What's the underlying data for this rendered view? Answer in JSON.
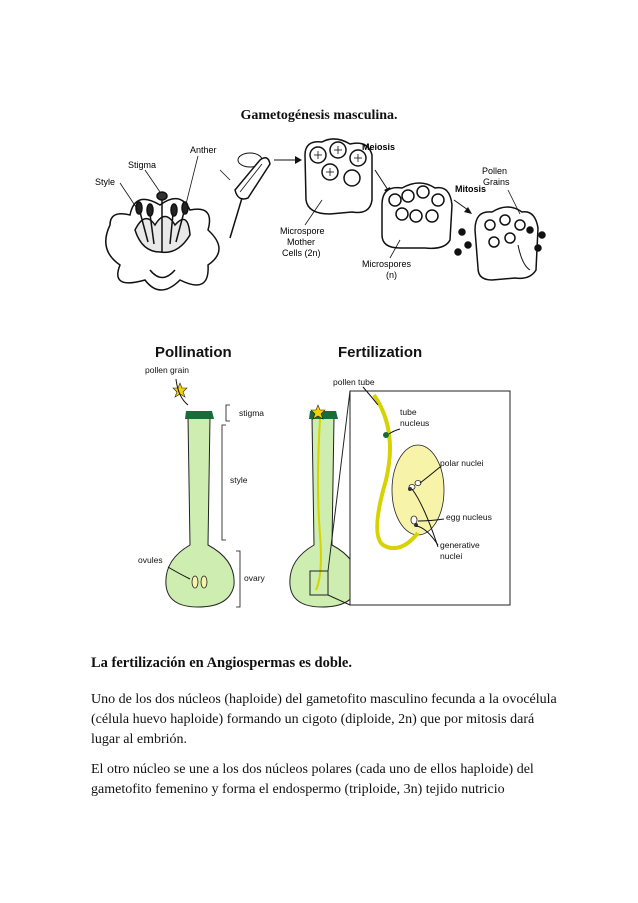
{
  "document": {
    "title": "Gametogénesis masculina.",
    "figure1": {
      "labels": {
        "anther": "Anther",
        "stigma": "Stigma",
        "style": "Style",
        "meiosis": "Meiosis",
        "mitosis": "Mitosis",
        "pollen_grains_1": "Pollen",
        "pollen_grains_2": "Grains",
        "mmc_1": "Microspore",
        "mmc_2": "Mother",
        "mmc_3": "Cells (2n)",
        "micro_1": "Microspores",
        "micro_2": "(n)"
      }
    },
    "figure2": {
      "headings": {
        "pollination": "Pollination",
        "fertilization": "Fertilization"
      },
      "labels": {
        "pollen_grain": "pollen grain",
        "stigma": "stigma",
        "style": "style",
        "ovules": "ovules",
        "ovary": "ovary",
        "pollen_tube": "pollen tube",
        "tube_nucleus_1": "tube",
        "tube_nucleus_2": "nucleus",
        "polar_nuclei": "polar nuclei",
        "egg_nucleus": "egg nucleus",
        "generative_1": "generative",
        "generative_2": "nuclei"
      }
    },
    "heading": "La fertilización en Angiospermas es doble.",
    "paragraphs": [
      "Uno de los dos núcleos (haploide) del gametofito masculino fecunda a la ovocélula (célula huevo haploide) formando un cigoto (diploide, 2n) que por mitosis dará lugar al embrión.",
      "El otro núcleo se une a los dos núcleos polares (cada uno de ellos haploide) del gametofito femenino y forma el endospermo (triploide, 3n) tejido nutricio"
    ],
    "colors": {
      "green": "#cdeeb0",
      "dark_green": "#1a6b3a",
      "yellow": "#f7f3a8",
      "tube": "#d6d300",
      "pollen": "#f5d300"
    }
  }
}
